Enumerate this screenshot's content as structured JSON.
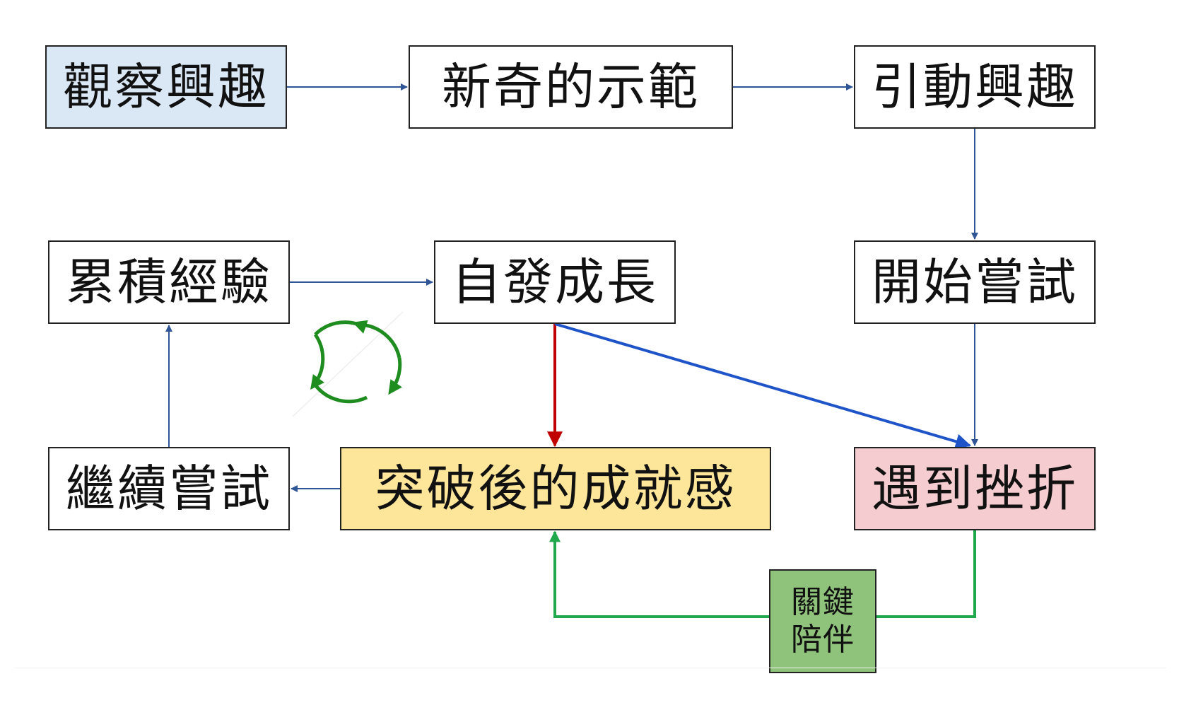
{
  "colors": {
    "observe_fill": "#dae7f5",
    "achievement_fill": "#fde59a",
    "setback_fill": "#f5cdd0",
    "key_fill": "#8fc27b",
    "flow_arrow": "#2f5597",
    "red_arrow": "#c00000",
    "blue_arrow": "#1f54c8",
    "green_arrow": "#21a84c",
    "cycle_icon": "#1e8c1e"
  },
  "nodes": {
    "observe": "觀察興趣",
    "novel_demo": "新奇的示範",
    "spark_interest": "引動興趣",
    "start_trying": "開始嘗試",
    "setback": "遇到挫折",
    "achievement": "突破後的成就感",
    "continue_trying": "繼續嘗試",
    "accumulate": "累積經驗",
    "self_growth": "自發成長",
    "key_line1": "關鍵",
    "key_line2": "陪伴"
  },
  "icons": {
    "cycle": "cycle-arrows-icon"
  }
}
